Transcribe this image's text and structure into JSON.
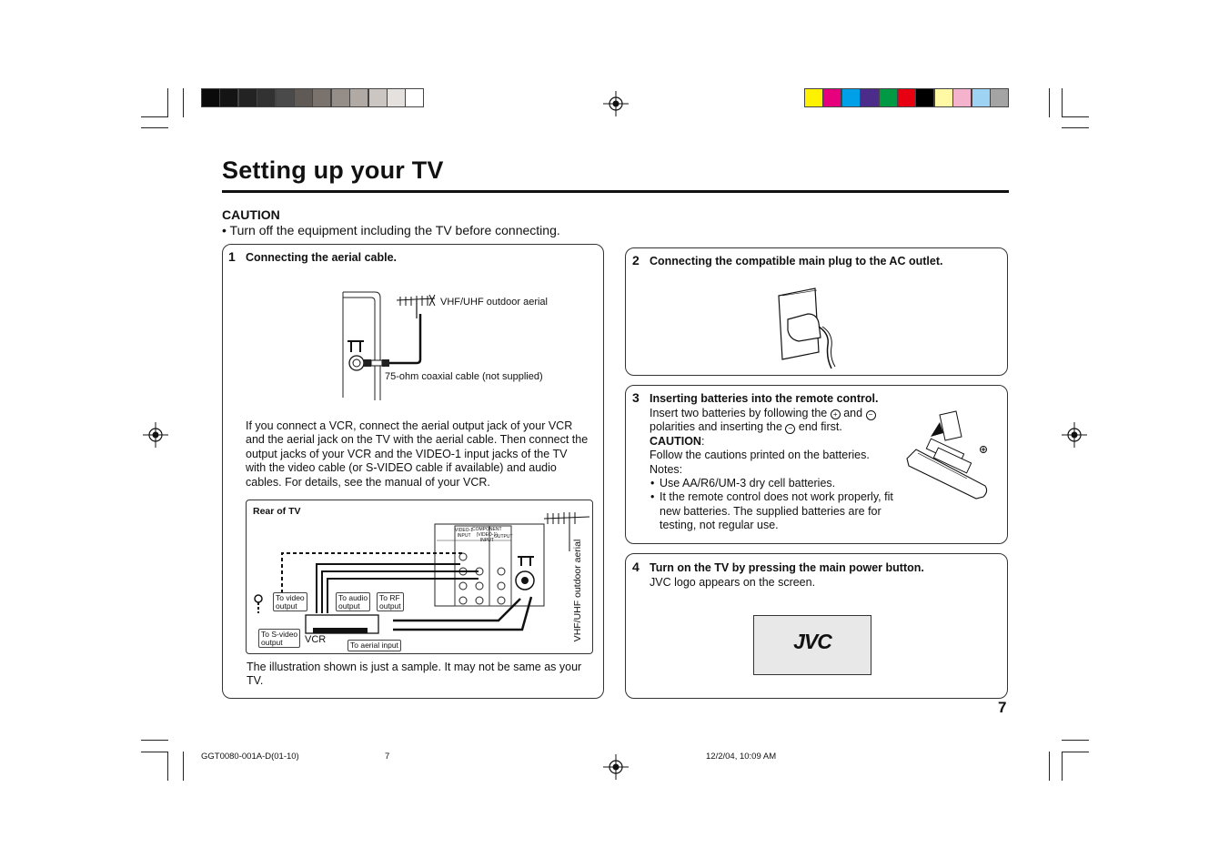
{
  "header": {
    "title": "Setting up your TV",
    "gray_swatches": [
      "#0a0a0a",
      "#141414",
      "#232323",
      "#323232",
      "#4a4a4a",
      "#5f5a55",
      "#7a736d",
      "#958e88",
      "#b1aaa4",
      "#cbc6c2",
      "#e4e1df",
      "#ffffff"
    ],
    "color_swatches": [
      "#fff200",
      "#e6007e",
      "#00a0e9",
      "#4b2c8b",
      "#009944",
      "#e60012",
      "#000000",
      "#fff9a6",
      "#f5b2cc",
      "#9fd3f3",
      "#a4a4a4"
    ]
  },
  "caution": {
    "heading": "CAUTION",
    "text": "•   Turn off the equipment including the TV before connecting."
  },
  "step1": {
    "num": "1",
    "heading": "Connecting the aerial cable.",
    "aerial_label": "VHF/UHF outdoor aerial",
    "cable_label": "75-ohm coaxial cable (not supplied)",
    "paragraph": [
      "If you connect a VCR, connect the aerial output jack of your VCR",
      "and the aerial jack on the TV with the aerial cable. Then connect the",
      "output jacks of your VCR and the VIDEO-1 input jacks of the TV",
      "with the video cable (or S-VIDEO cable if available) and audio",
      "cables. For details, see the manual of your VCR."
    ],
    "diagram": {
      "heading": "Rear of TV",
      "jack_video1": "VIDEO-1\nINPUT",
      "jack_component": "COMPONENT\n(VIDEO-1)\nINPUT",
      "jack_output": "OUTPUT",
      "to_video_output": "To video\noutput",
      "to_audio_output": "To audio\noutput",
      "to_rf_output": "To RF\noutput",
      "to_svideo_output": "To S-video\noutput",
      "vcr": "VCR",
      "to_aerial_input": "To aerial input",
      "aerial_vertical": "VHF/UHF outdoor aerial"
    },
    "note": [
      "The illustration shown is just a sample. It may not be same as your",
      "TV."
    ]
  },
  "step2": {
    "num": "2",
    "heading": "Connecting the compatible main plug to the AC outlet."
  },
  "step3": {
    "num": "3",
    "heading": "Inserting batteries into the remote control.",
    "line1a": "Insert two batteries by following the ",
    "line1b": " and ",
    "line2a": "polarities and inserting the ",
    "line2b": " end first.",
    "caution_heading": "CAUTION",
    "caution_colon": ":",
    "caution_text": "Follow the cautions printed on the batteries.",
    "notes_heading": "Notes:",
    "note1": "Use AA/R6/UM-3 dry cell batteries.",
    "note2": [
      "It the remote control does not work properly, fit",
      "new batteries. The supplied batteries are for",
      "testing, not regular use."
    ]
  },
  "step4": {
    "num": "4",
    "heading": "Turn on the TV by pressing the main power button.",
    "text": "JVC logo appears on the screen.",
    "logo": "JVC"
  },
  "page_number": "7",
  "footer": {
    "code": "GGT0080-001A-D(01-10)",
    "page": "7",
    "timestamp": "12/2/04, 10:09 AM"
  }
}
